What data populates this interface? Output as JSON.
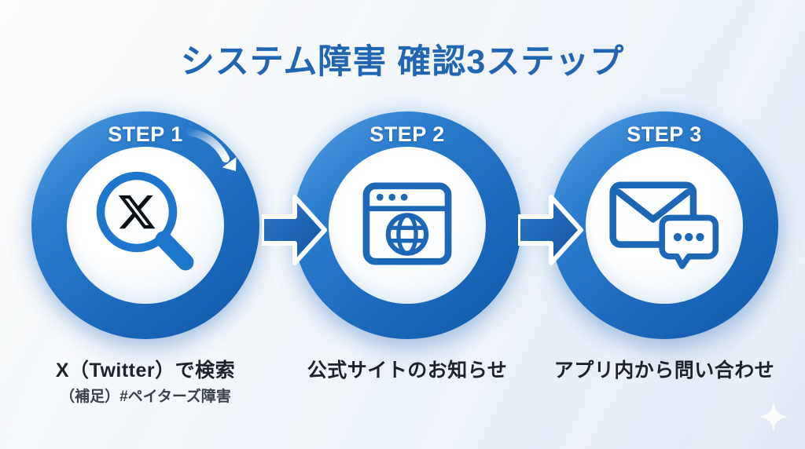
{
  "title": "システム障害 確認3ステップ",
  "colors": {
    "title_blue": "#2166b3",
    "ring_blue_light": "#54a0e2",
    "ring_blue_dark": "#1159a9",
    "arrow_blue": "#1b5fae",
    "icon_blue": "#1d6ab8",
    "x_logo_black": "#0b0e13",
    "caption_dark": "#1d222b",
    "background_light": "#fdfdfc",
    "background_blue": "#e0e9f4"
  },
  "steps": [
    {
      "label": "STEP 1",
      "icon": "x-twitter-search-icon",
      "caption": "X（Twitter）で検索",
      "subcaption": "（補足）#ペイターズ障害"
    },
    {
      "label": "STEP 2",
      "icon": "browser-globe-icon",
      "caption": "公式サイトのお知らせ"
    },
    {
      "label": "STEP 3",
      "icon": "mail-chat-icon",
      "caption": "アプリ内から問い合わせ"
    }
  ],
  "decorations": {
    "curved_arrow": "clockwise-arrow-on-ring",
    "connectors": [
      "right-arrow",
      "right-arrow"
    ],
    "sparkle": "four-point-star"
  }
}
